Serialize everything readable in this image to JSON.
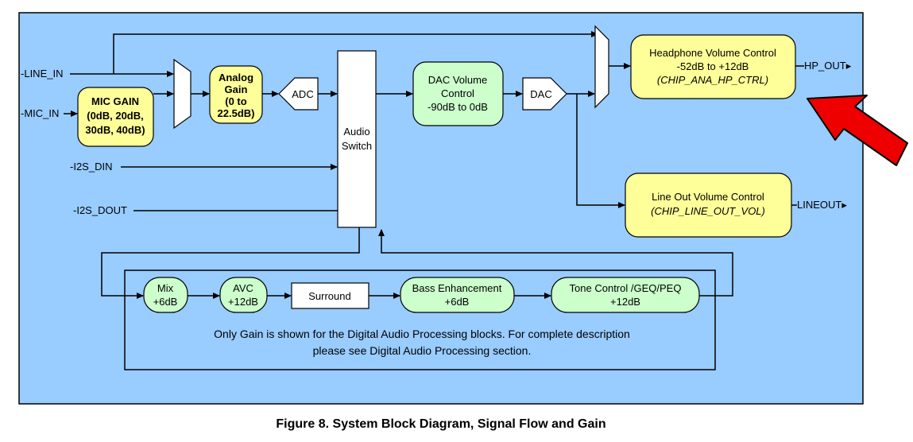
{
  "caption": "Figure 8. System Block Diagram, Signal Flow and Gain",
  "colors": {
    "background": "#99ccff",
    "gain_block": "#ffff99",
    "dsp_block": "#ccffcc",
    "callout_arrow": "#ee0000"
  },
  "io": {
    "line_in": "LINE_IN",
    "mic_in": "MIC_IN",
    "i2s_din": "I2S_DIN",
    "i2s_dout": "I2S_DOUT",
    "hp_out": "HP_OUT",
    "lineout": "LINEOUT"
  },
  "blocks": {
    "mic_gain": [
      "MIC GAIN",
      "(0dB, 20dB,",
      "30dB, 40dB)"
    ],
    "analog_gain": [
      "Analog",
      "Gain",
      "(0 to",
      "22.5dB)"
    ],
    "adc": "ADC",
    "audio_switch": [
      "Audio",
      "Switch"
    ],
    "dac_volume": [
      "DAC Volume",
      "Control",
      "-90dB to 0dB"
    ],
    "dac": "DAC",
    "hp_volume": [
      "Headphone Volume Control",
      "-52dB to +12dB",
      "(CHIP_ANA_HP_CTRL)"
    ],
    "lineout_volume": [
      "Line Out Volume Control",
      "(CHIP_LINE_OUT_VOL)"
    ]
  },
  "dsp_chain": {
    "mix": [
      "Mix",
      "+6dB"
    ],
    "avc": [
      "AVC",
      "+12dB"
    ],
    "surround": "Surround",
    "bass": [
      "Bass Enhancement",
      "+6dB"
    ],
    "tone": [
      "Tone Control /GEQ/PEQ",
      "+12dB"
    ],
    "note_line1": "Only Gain is shown for the Digital Audio Processing blocks.  For complete description",
    "note_line2": "please see Digital Audio Processing section."
  },
  "icons": {
    "callout": "red-arrow-icon"
  }
}
